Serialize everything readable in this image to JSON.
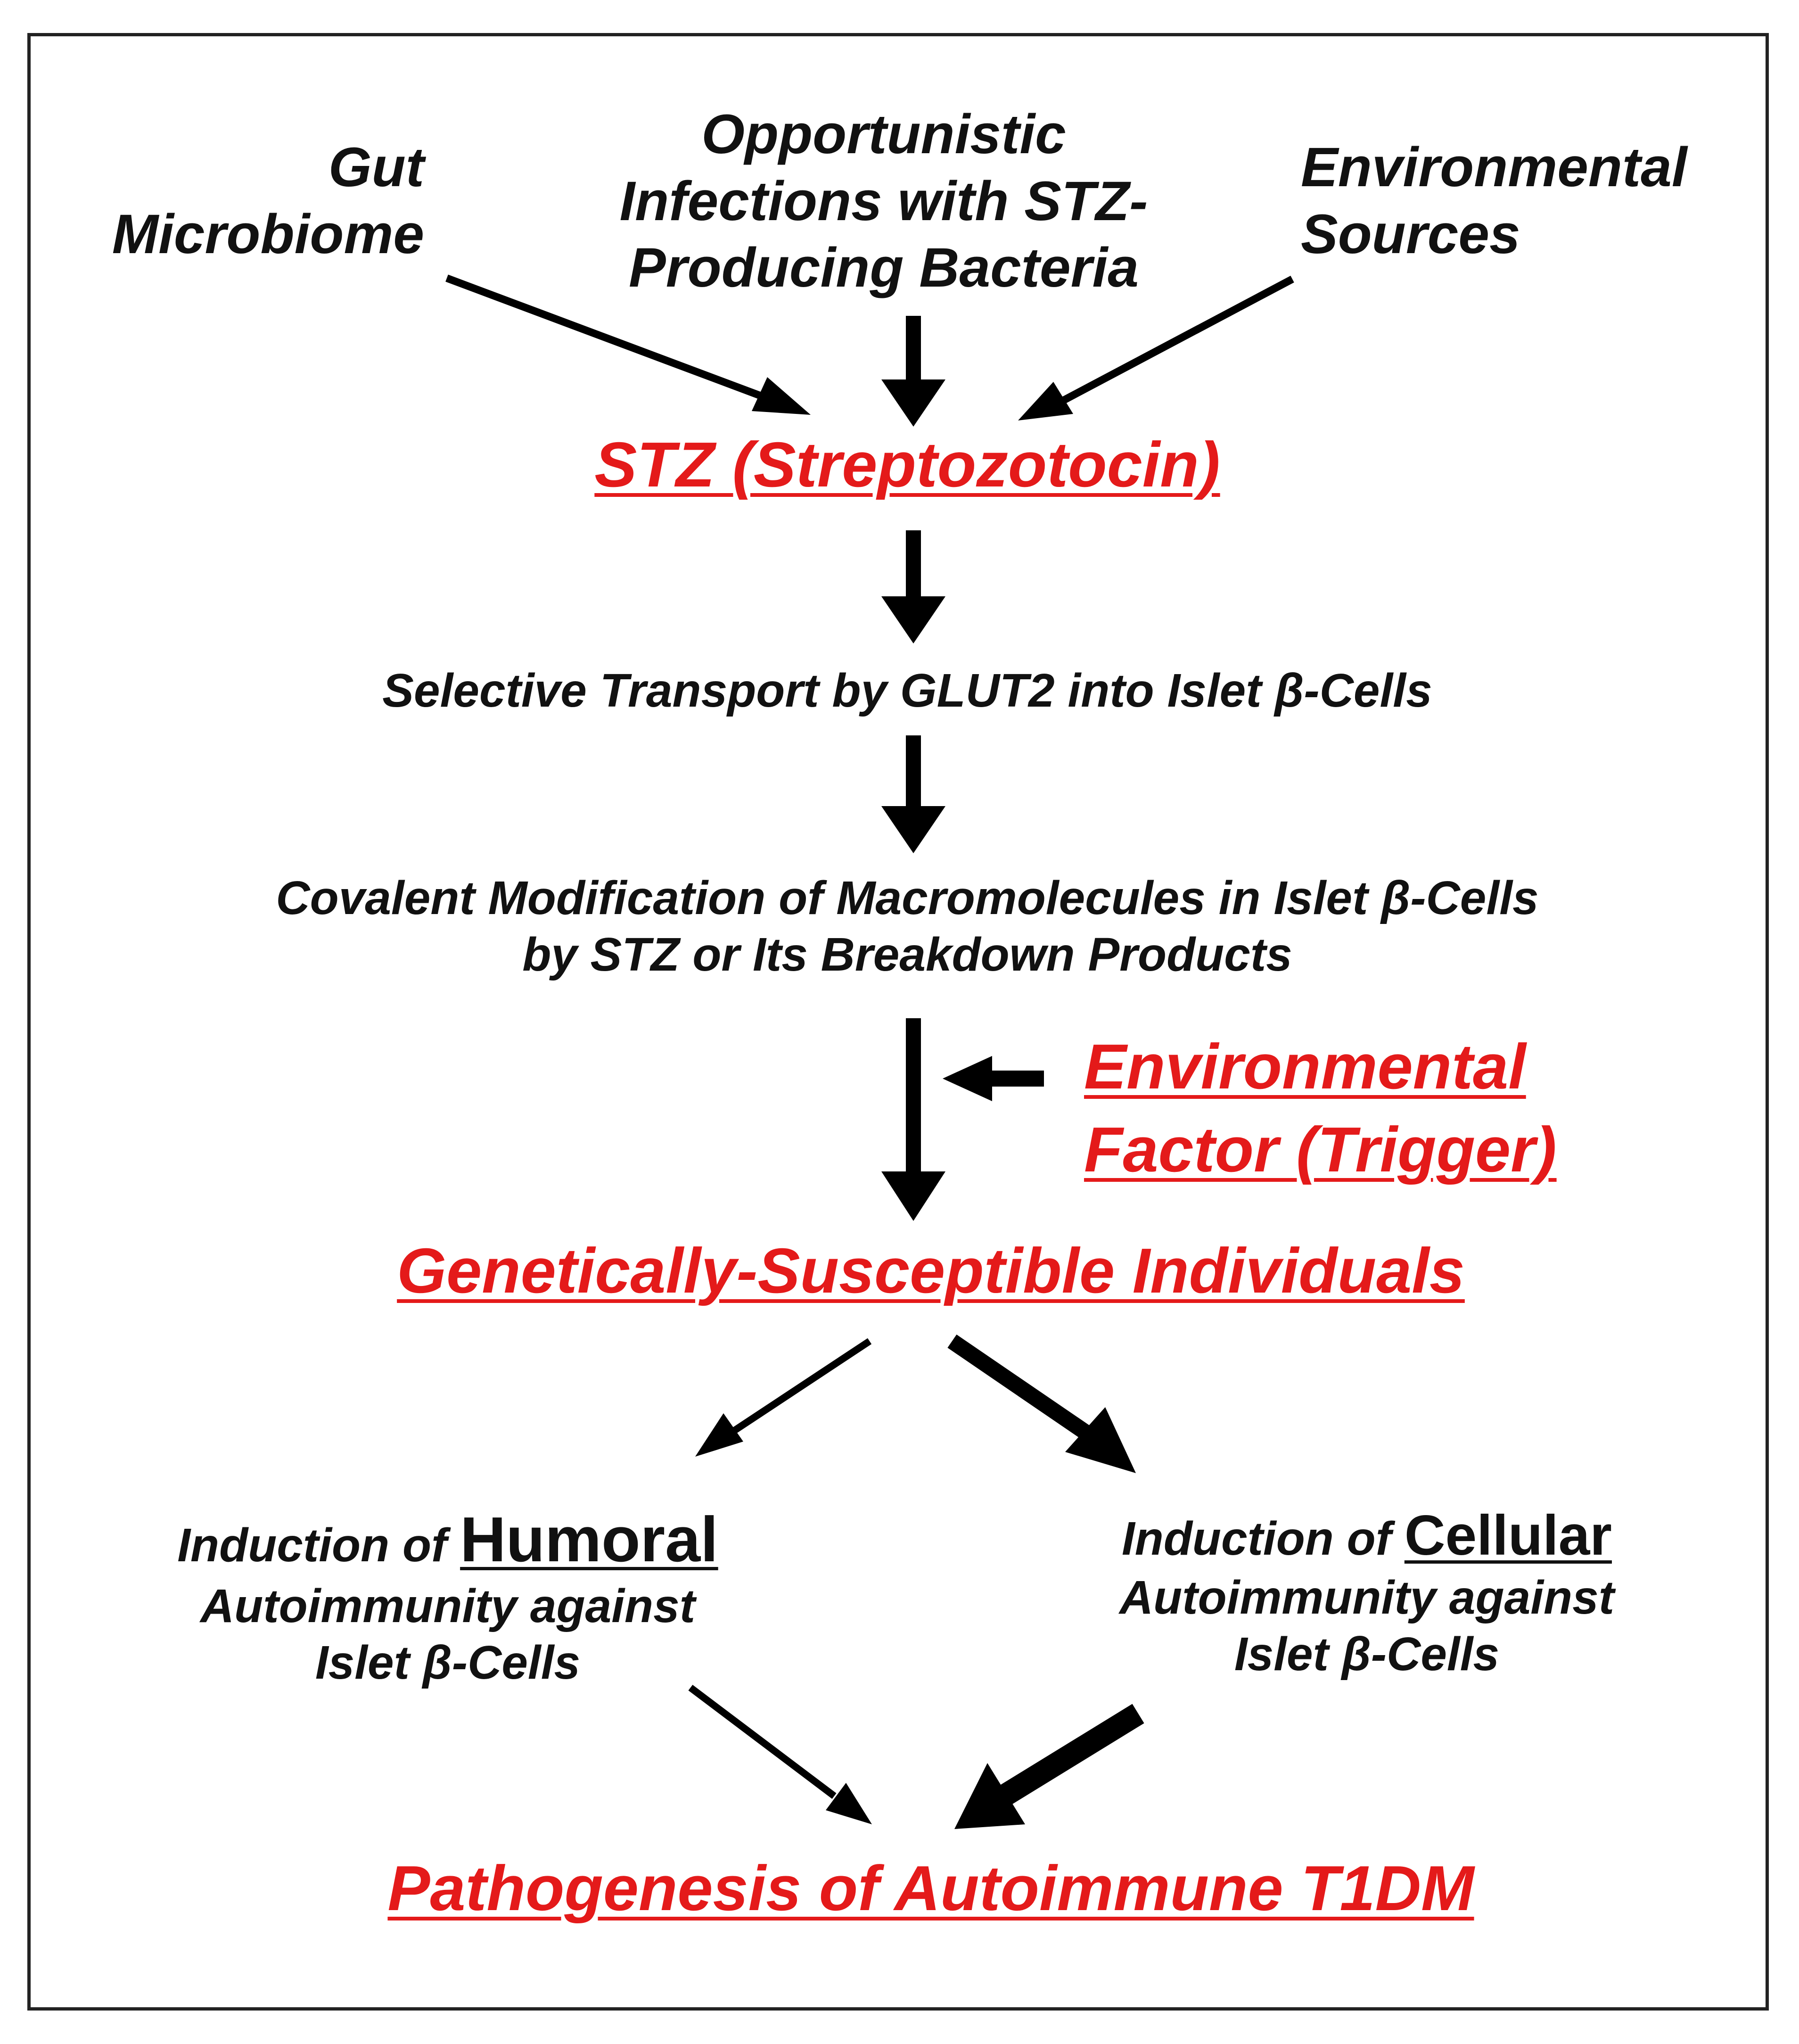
{
  "sources": {
    "gut": [
      "Gut",
      "Microbiome"
    ],
    "infections": [
      "Opportunistic",
      "Infections with STZ-",
      "Producing Bacteria"
    ],
    "environmental": [
      "Environmental",
      "Sources"
    ]
  },
  "stz": "STZ (Streptozotocin)",
  "transport": "Selective Transport by GLUT2 into Islet β-Cells",
  "modification": [
    "Covalent Modification of Macromolecules in Islet β-Cells",
    "by STZ or Its Breakdown Products"
  ],
  "trigger": [
    "Environmental",
    "Factor (Trigger)"
  ],
  "genetic": "Genetically-Susceptible Individuals",
  "humoral": {
    "prefix": "Induction of ",
    "keyword": "Humoral",
    "lines": [
      "Autoimmunity against",
      "Islet β-Cells"
    ]
  },
  "cellular": {
    "prefix": "Induction of ",
    "keyword": "Cellular",
    "lines": [
      "Autoimmunity against",
      "Islet β-Cells"
    ]
  },
  "outcome": "Pathogenesis of Autoimmune T1DM",
  "colors": {
    "highlight": "#e41a1a",
    "text": "#111111",
    "border": "#222222"
  }
}
